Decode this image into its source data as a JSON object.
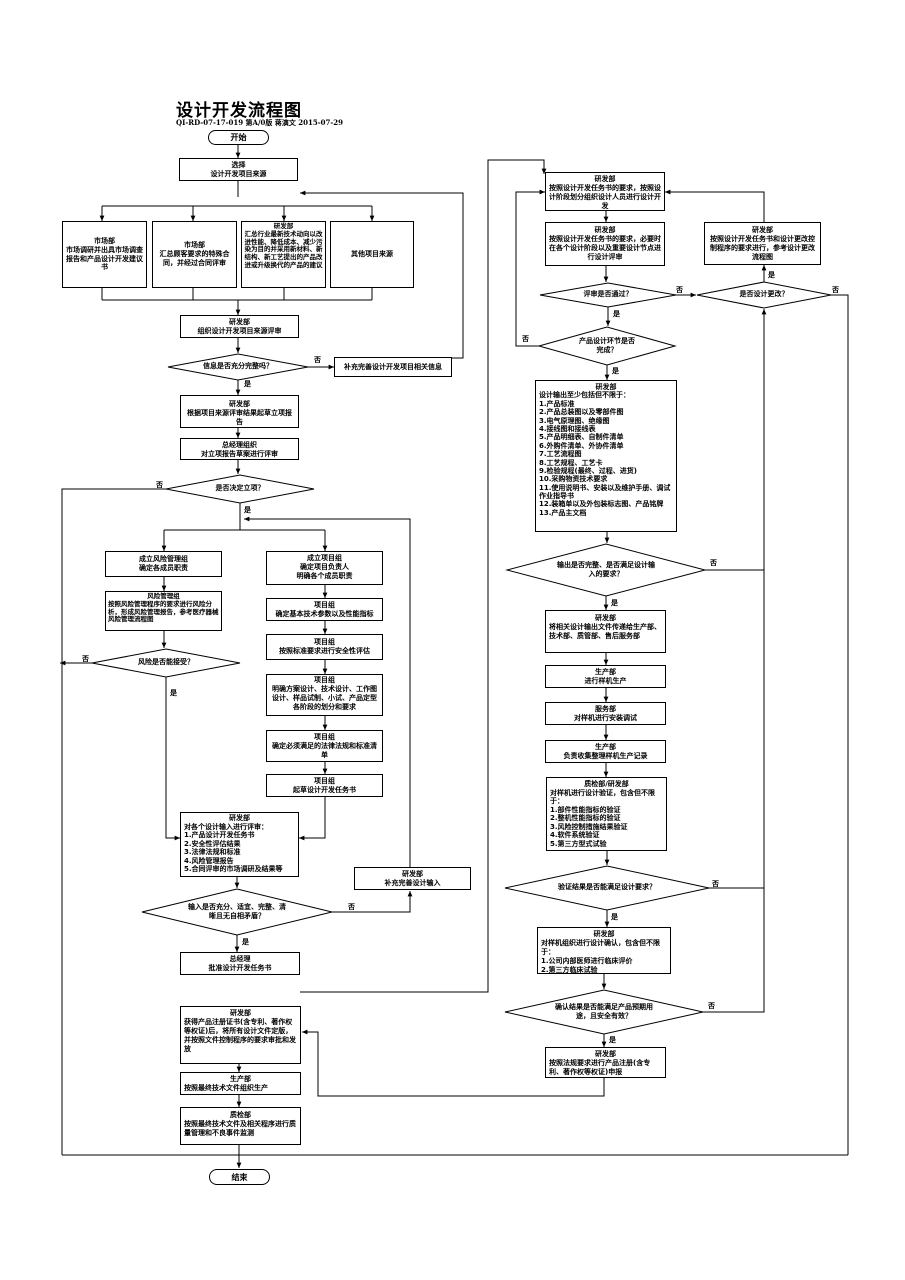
{
  "title": "设计开发流程图",
  "subtitle": "QI-RD-07-17-019 第A/0版 蒋演文 2015-07-29",
  "yes": "是",
  "no": "否",
  "start": "开始",
  "end": "结束",
  "nodes": {
    "select_source": {
      "h": "选择",
      "b": "设计开发项目来源"
    },
    "market_a": {
      "h": "市场部",
      "b": "市场调研并出具市场调查报告和产品设计开发建议书"
    },
    "market_b": {
      "h": "市场部",
      "b": "汇总顾客要求的特殊合同，并经过合同评审"
    },
    "rd_trend": {
      "h": "研发部",
      "b": "汇总行业最新技术动向以改进性能、降低成本、减少污染为目的并采用新材料、新结构、新工艺提出的产品改进或升级换代的产品的建议"
    },
    "other_source": {
      "h": "",
      "b": "其他项目来源"
    },
    "rd_review_src": {
      "h": "研发部",
      "b": "组织设计开发项目来源评审"
    },
    "supplement_info": {
      "h": "",
      "b": "补充完善设计开发项目相关信息"
    },
    "rd_proposal": {
      "h": "研发部",
      "b": "根据项目来源评审结果起草立项报告"
    },
    "gm_review": {
      "h": "总经理组织",
      "b": "对立项报告草案进行评审"
    },
    "risk_team": {
      "h": "成立风险管理组",
      "b": "确定各成员职责"
    },
    "risk_analysis": {
      "h": "风险管理组",
      "b": "按照风险管理程序的要求进行风险分析，形成风险管理报告，参考医疗器械风险管理流程图"
    },
    "project_team": {
      "h": "成立项目组",
      "b": "确定项目负责人\n明确各个成员职责"
    },
    "pg_params": {
      "h": "项目组",
      "b": "确定基本技术参数以及性能指标"
    },
    "pg_safety": {
      "h": "项目组",
      "b": "按照标准要求进行安全性评估"
    },
    "pg_plan": {
      "h": "项目组",
      "b": "明确方案设计、技术设计、工作图设计、样品试制、小试、产品定型各阶段的划分和要求"
    },
    "pg_laws": {
      "h": "项目组",
      "b": "确定必须满足的法律法规和标准清单"
    },
    "pg_task": {
      "h": "项目组",
      "b": "起草设计开发任务书"
    },
    "rd_input_review": {
      "h": "研发部",
      "b": "对各个设计输入进行评审：\n1.产品设计开发任务书\n2.安全性评估结果\n3.法律法规和标准\n4.风险管理报告\n5.合同评审的市场调研及结果等"
    },
    "rd_supplement_input": {
      "h": "研发部",
      "b": "补充完善设计输入"
    },
    "gm_approve": {
      "h": "总经理",
      "b": "批准设计开发任务书"
    },
    "rd_register": {
      "h": "研发部",
      "b": "获得产品注册证书(含专利、著作权等权证)后，将所有设计文件定版，并按照文件控制程序的要求审批和发放"
    },
    "prod_final": {
      "h": "生产部",
      "b": "按照最终技术文件组织生产"
    },
    "qc_final": {
      "h": "质检部",
      "b": "按照最终技术文件及相关程序进行质量管理和不良事件监测"
    },
    "rd_design": {
      "h": "研发部",
      "b": "按照设计开发任务书的要求，按照设计阶段划分组织设计人员进行设计开发"
    },
    "rd_stage_review": {
      "h": "研发部",
      "b": "按照设计开发任务书的要求，必要时在各个设计阶段以及重要设计节点进行设计评审"
    },
    "rd_change": {
      "h": "研发部",
      "b": "按照设计开发任务书和设计更改控制程序的要求进行，参考设计更改流程图"
    },
    "rd_output": {
      "h": "研发部",
      "b": "设计输出至少包括但不限于：\n1.产品标准\n2.产品总装图以及零部件图\n3.电气原理图、绝缘图\n4.接线图和接线表\n5.产品明细表、自制件清单\n6.外购件清单、外协件清单\n7.工艺流程图\n8.工艺规程、工艺卡\n9.检验规程(最终、过程、进货)\n10.采购物资技术要求\n11.使用说明书、安装以及维护手册、调试作业指导书\n12.装箱单以及外包装标志图、产品铭牌\n13.产品主文档"
    },
    "rd_transfer": {
      "h": "研发部",
      "b": "将相关设计输出文件传递给生产部、技术部、质管部、售后服务部"
    },
    "prod_sample": {
      "h": "生产部",
      "b": "进行样机生产"
    },
    "svc_debug": {
      "h": "服务部",
      "b": "对样机进行安装调试"
    },
    "prod_record": {
      "h": "生产部",
      "b": "负责收集整理样机生产记录"
    },
    "qc_verify": {
      "h": "质检部/研发部",
      "b": "对样机进行设计验证，包含但不限于：\n1.部件性能指标的验证\n2.整机性能指标的验证\n3.风险控制措施结果验证\n4.软件系统验证\n5.第三方型式试验"
    },
    "rd_confirm": {
      "h": "研发部",
      "b": "对样机组织进行设计确认，包含但不限于：\n1.公司内部医师进行临床评价\n2.第三方临床试验"
    },
    "rd_apply": {
      "h": "研发部",
      "b": "按照法规要求进行产品注册(含专利、著作权等权证)申报"
    }
  },
  "decisions": {
    "info_complete": "信息是否充分完整吗？",
    "approve_project": "是否决定立项？",
    "risk_accept": "风险是否能接受？",
    "input_ok": "输入是否充分、适宜、完整、清晰且无自相矛盾？",
    "review_pass": "评审是否通过？",
    "design_change": "是否设计更改？",
    "stage_done": "产品设计环节是否完成？",
    "output_ok": "输出是否完整、是否满足设计输入的要求？",
    "verify_ok": "验证结果是否能满足设计要求？",
    "confirm_ok": "确认结果是否能满足产品预期用途，且安全有效？"
  }
}
